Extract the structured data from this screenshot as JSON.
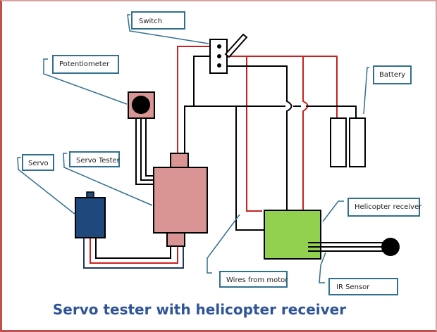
{
  "title": "Servo tester with helicopter receiver",
  "colors": {
    "wire_black": "#000000",
    "wire_red": "#cc1f1f",
    "callout_border": "#31708f",
    "servo_tester_fill": "#d99594",
    "servo_fill": "#1f497d",
    "receiver_fill": "#92d050",
    "title": "#2f5597",
    "frame": "#c0504d"
  },
  "callouts": {
    "switch": "Switch",
    "potentiometer": "Potentiometer",
    "servo": "Servo",
    "servo_tester": "Servo Tester",
    "battery": "Battery",
    "helicopter_receiver": "Helicopter receiver",
    "wires_from_motor": "Wires from motor",
    "ir_sensor": "IR Sensor"
  },
  "components": [
    {
      "id": "switch",
      "label": "Switch",
      "terminals": 3
    },
    {
      "id": "potentiometer",
      "label": "Potentiometer",
      "pins": 3
    },
    {
      "id": "servo",
      "label": "Servo"
    },
    {
      "id": "servo-tester",
      "label": "Servo Tester"
    },
    {
      "id": "battery",
      "label": "Battery",
      "cells": 2
    },
    {
      "id": "helicopter-receiver",
      "label": "Helicopter receiver"
    },
    {
      "id": "ir-sensor",
      "label": "IR Sensor"
    }
  ]
}
